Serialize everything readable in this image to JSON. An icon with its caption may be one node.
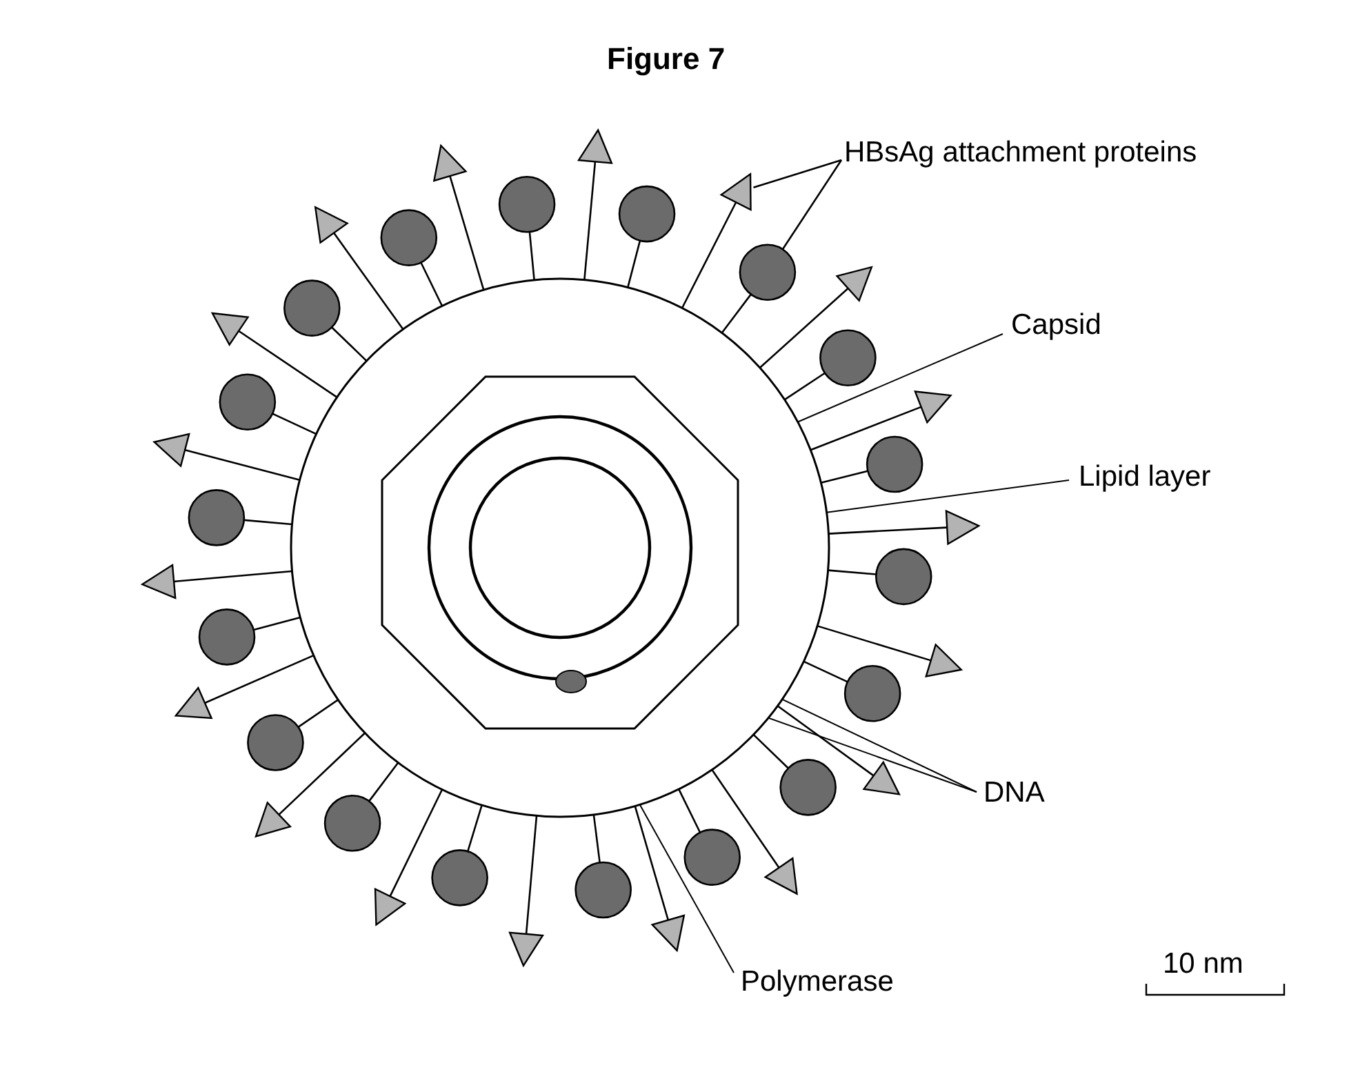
{
  "diagram": {
    "title": "Figure 7",
    "nodes": [
      {
        "text": [
          "HBsAg attachment proteins"
        ]
      },
      {
        "text": [],
        "shape": "triangle"
      },
      {
        "text": [],
        "shape": "circle"
      },
      {
        "text": [
          "Capsid"
        ]
      },
      {
        "text": [],
        "shape": "circle"
      },
      {
        "text": [],
        "shape": "octagon",
        "in": 4
      },
      {
        "text": [],
        "shape": "circle",
        "in": 5
      },
      {
        "text": [],
        "shape": "circle",
        "in": 6
      },
      {
        "text": [],
        "shape": "ellipse",
        "in": 5
      },
      {
        "text": [
          "Lipid layer"
        ]
      },
      {
        "text": [
          "DNA"
        ]
      },
      {
        "text": [
          "Polymerase"
        ]
      },
      {
        "text": [],
        "shape": "triangle"
      },
      {
        "text": [],
        "shape": "circle"
      },
      {
        "text": [],
        "shape": "triangle"
      },
      {
        "text": [],
        "shape": "circle"
      },
      {
        "text": [],
        "shape": "triangle"
      },
      {
        "text": [],
        "shape": "circle"
      },
      {
        "text": [],
        "shape": "triangle"
      },
      {
        "text": [],
        "shape": "circle"
      },
      {
        "text": [],
        "shape": "triangle"
      },
      {
        "text": [],
        "shape": "circle"
      },
      {
        "text": [],
        "shape": "triangle"
      },
      {
        "text": [],
        "shape": "circle"
      },
      {
        "text": [],
        "shape": "triangle"
      },
      {
        "text": [],
        "shape": "circle"
      },
      {
        "text": [],
        "shape": "triangle"
      },
      {
        "text": [],
        "shape": "circle"
      },
      {
        "text": [],
        "shape": "triangle"
      },
      {
        "text": [],
        "shape": "circle"
      },
      {
        "text": [],
        "shape": "triangle"
      },
      {
        "text": [],
        "shape": "circle"
      },
      {
        "text": [],
        "shape": "triangle"
      },
      {
        "text": [],
        "shape": "circle"
      },
      {
        "text": [],
        "shape": "triangle"
      },
      {
        "text": [],
        "shape": "circle"
      },
      {
        "text": [],
        "shape": "triangle"
      },
      {
        "text": [],
        "shape": "circle"
      },
      {
        "text": [],
        "shape": "triangle"
      },
      {
        "text": [],
        "shape": "circle"
      },
      {
        "text": [],
        "shape": "triangle"
      },
      {
        "text": [],
        "shape": "circle"
      },
      {
        "text": [],
        "shape": "triangle"
      },
      {
        "text": [],
        "shape": "circle"
      },
      {
        "text": [],
        "shape": "triangle"
      },
      {
        "text": [],
        "shape": "circle"
      }
    ],
    "edges": [
      {
        "from": 0,
        "to": 1,
        "arrow": "none"
      },
      {
        "from": 0,
        "to": 2,
        "arrow": "none"
      },
      {
        "from": 3,
        "to": 5,
        "arrow": "none"
      },
      {
        "from": 9,
        "to": 4,
        "arrow": "none"
      },
      {
        "from": 10,
        "to": 7,
        "arrow": "none"
      },
      {
        "from": 10,
        "to": 6,
        "arrow": "none"
      },
      {
        "from": 11,
        "to": 8,
        "arrow": "none"
      },
      {
        "from": 4,
        "to": 12,
        "arrow": "none"
      },
      {
        "from": 4,
        "to": 13,
        "arrow": "none"
      },
      {
        "from": 4,
        "to": 1,
        "arrow": "none"
      },
      {
        "from": 4,
        "to": 2,
        "arrow": "none"
      },
      {
        "from": 4,
        "to": 14,
        "arrow": "none"
      },
      {
        "from": 4,
        "to": 15,
        "arrow": "none"
      },
      {
        "from": 4,
        "to": 16,
        "arrow": "none"
      },
      {
        "from": 4,
        "to": 17,
        "arrow": "none"
      },
      {
        "from": 4,
        "to": 18,
        "arrow": "none"
      },
      {
        "from": 4,
        "to": 19,
        "arrow": "none"
      },
      {
        "from": 4,
        "to": 20,
        "arrow": "none"
      },
      {
        "from": 4,
        "to": 21,
        "arrow": "none"
      },
      {
        "from": 4,
        "to": 22,
        "arrow": "none"
      },
      {
        "from": 4,
        "to": 23,
        "arrow": "none"
      },
      {
        "from": 4,
        "to": 24,
        "arrow": "none"
      },
      {
        "from": 4,
        "to": 25,
        "arrow": "none"
      },
      {
        "from": 4,
        "to": 26,
        "arrow": "none"
      },
      {
        "from": 4,
        "to": 27,
        "arrow": "none"
      },
      {
        "from": 4,
        "to": 28,
        "arrow": "none"
      },
      {
        "from": 4,
        "to": 29,
        "arrow": "none"
      },
      {
        "from": 4,
        "to": 30,
        "arrow": "none"
      },
      {
        "from": 4,
        "to": 31,
        "arrow": "none"
      },
      {
        "from": 4,
        "to": 32,
        "arrow": "none"
      },
      {
        "from": 4,
        "to": 33,
        "arrow": "none"
      },
      {
        "from": 4,
        "to": 34,
        "arrow": "none"
      },
      {
        "from": 4,
        "to": 35,
        "arrow": "none"
      },
      {
        "from": 4,
        "to": 36,
        "arrow": "none"
      },
      {
        "from": 4,
        "to": 37,
        "arrow": "none"
      },
      {
        "from": 4,
        "to": 38,
        "arrow": "none"
      },
      {
        "from": 4,
        "to": 39,
        "arrow": "none"
      },
      {
        "from": 4,
        "to": 40,
        "arrow": "none"
      },
      {
        "from": 4,
        "to": 41,
        "arrow": "none"
      },
      {
        "from": 4,
        "to": 42,
        "arrow": "none"
      },
      {
        "from": 4,
        "to": 43,
        "arrow": "none"
      },
      {
        "from": 4,
        "to": 44,
        "arrow": "none"
      },
      {
        "from": 4,
        "to": 45,
        "arrow": "none"
      }
    ],
    "labels": [
      "10 nm"
    ]
  }
}
